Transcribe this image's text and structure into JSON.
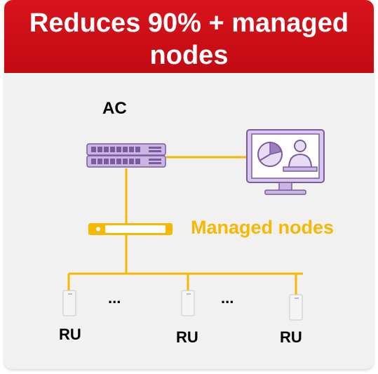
{
  "header": {
    "title": "Reduces 90% + managed nodes"
  },
  "diagram": {
    "controller_label": "AC",
    "managed_label": "Managed nodes",
    "ru_labels": [
      "RU",
      "RU",
      "RU"
    ],
    "ellipsis": [
      "...",
      "..."
    ]
  },
  "colors": {
    "header_red": "#c8101a",
    "managed_yellow": "#f6b800",
    "device_purple": "#7b5a9e"
  },
  "icons": [
    "switch-icon",
    "monitor-dashboard-icon",
    "managed-node-icon",
    "radio-unit-icon"
  ]
}
